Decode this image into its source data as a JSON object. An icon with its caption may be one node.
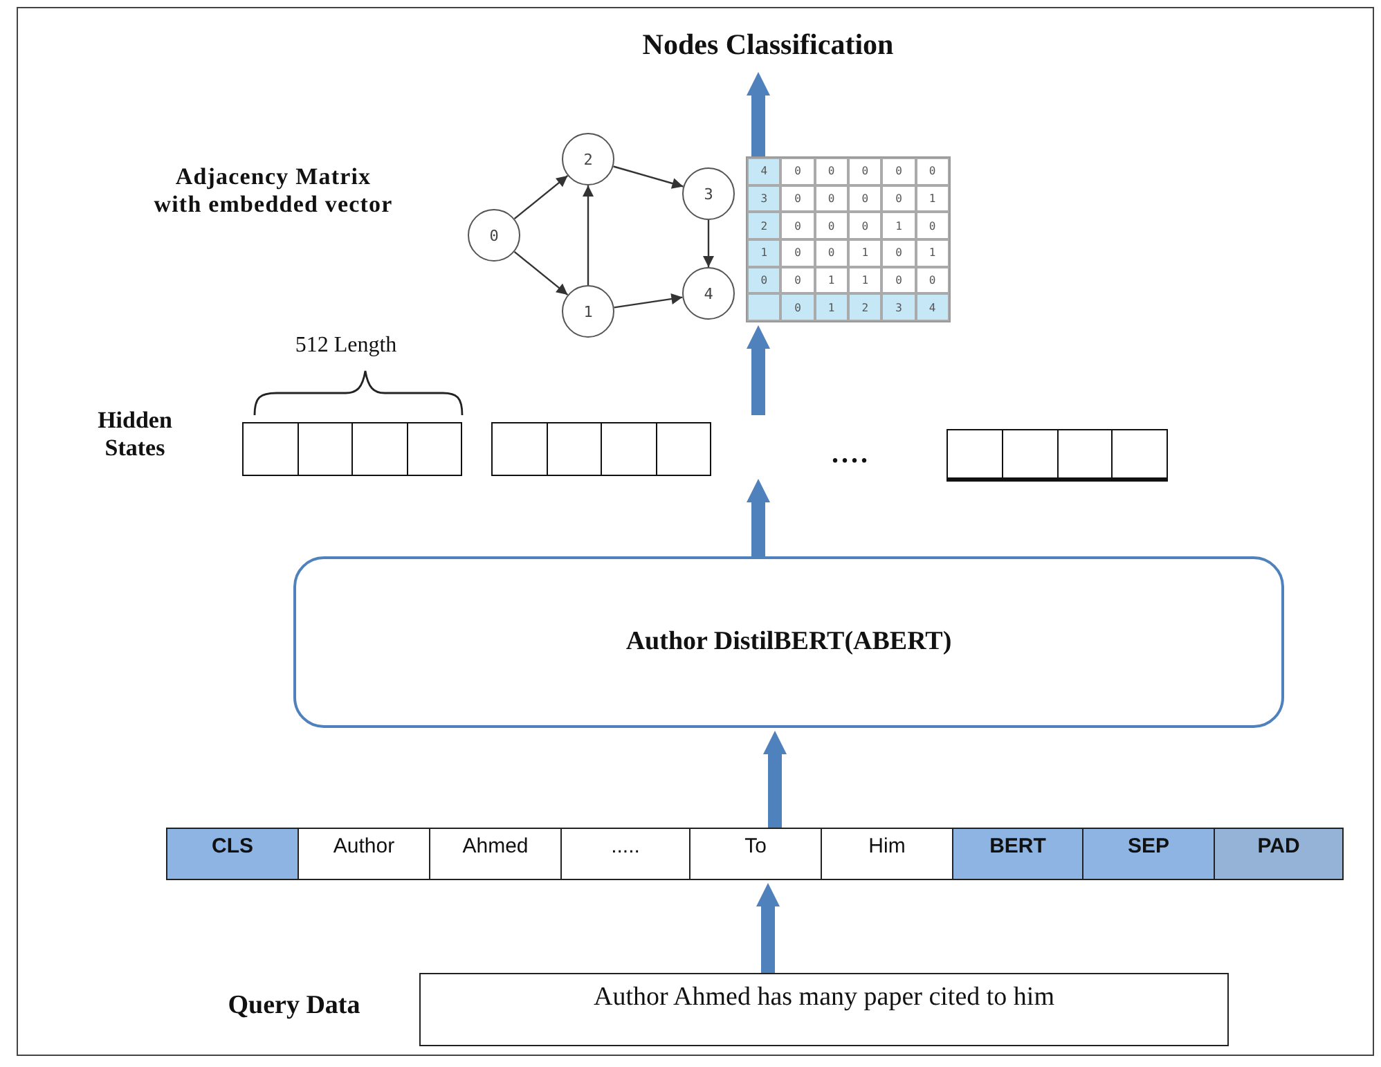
{
  "diagram": {
    "nodes": [
      {
        "text": [
          "Nodes Classification"
        ]
      },
      {
        "text": [
          "0"
        ]
      },
      {
        "text": [
          "2"
        ]
      },
      {
        "text": [
          "3"
        ]
      },
      {
        "text": [
          "1"
        ]
      },
      {
        "text": [
          "4"
        ]
      },
      {
        "text": [],
        "shape": "grid"
      },
      {
        "text": [],
        "shape": "bar"
      },
      {
        "text": [],
        "shape": "bar"
      },
      {
        "text": [],
        "shape": "bar"
      },
      {
        "text": [
          "Author DistilBERT(ABERT)"
        ]
      },
      {
        "text": [
          "CLS"
        ]
      },
      {
        "text": [
          "Author"
        ]
      },
      {
        "text": [
          "Ahmed"
        ]
      },
      {
        "text": [
          "....."
        ]
      },
      {
        "text": [
          "To"
        ]
      },
      {
        "text": [
          "Him"
        ]
      },
      {
        "text": [
          "BERT"
        ]
      },
      {
        "text": [
          "SEP"
        ]
      },
      {
        "text": [
          "PAD"
        ]
      },
      {
        "text": [
          "Author Ahmed has many paper cited to him"
        ]
      }
    ],
    "edges": [
      {
        "from": 6,
        "to": 0,
        "arrow": "to",
        "style": "thick",
        "color": "#4f81bd"
      },
      {
        "from": 1,
        "to": 2,
        "arrow": "to"
      },
      {
        "from": 1,
        "to": 4,
        "arrow": "to"
      },
      {
        "from": 4,
        "to": 2,
        "arrow": "to"
      },
      {
        "from": 2,
        "to": 3,
        "arrow": "to"
      },
      {
        "from": 3,
        "to": 5,
        "arrow": "to"
      },
      {
        "from": 4,
        "to": 5,
        "arrow": "to"
      },
      {
        "from": null,
        "to": 6,
        "arrow": "to",
        "style": "thick",
        "color": "#4f81bd"
      },
      {
        "from": 10,
        "to": 8,
        "arrow": "to",
        "style": "thick",
        "color": "#4f81bd"
      },
      {
        "from": 15,
        "to": 10,
        "arrow": "to",
        "style": "thick",
        "color": "#4f81bd"
      },
      {
        "from": 20,
        "to": 15,
        "arrow": "to",
        "style": "thick",
        "color": "#4f81bd"
      }
    ],
    "labels": [
      "Adjacency Matrix with embedded vector",
      "4",
      "0",
      "0",
      "0",
      "0",
      "0",
      "3",
      "0",
      "0",
      "0",
      "0",
      "1",
      "2",
      "0",
      "0",
      "0",
      "1",
      "0",
      "1",
      "0",
      "0",
      "1",
      "0",
      "1",
      "0",
      "0",
      "1",
      "1",
      "0",
      "0",
      "0",
      "1",
      "2",
      "3",
      "4",
      "512 Length",
      "Hidden States",
      "....",
      "Query Data"
    ]
  }
}
